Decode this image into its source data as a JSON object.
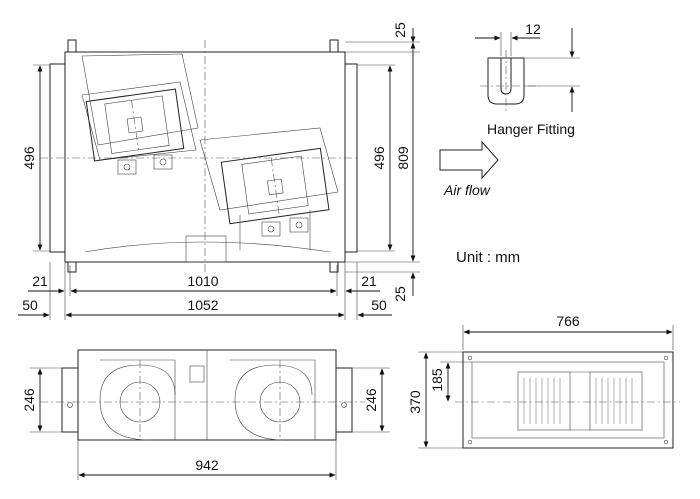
{
  "dimensions": {
    "top_left_height": "496",
    "top_right_inner": "496",
    "top_right_outer": "809",
    "top_gap_upper": "25",
    "top_gap_lower": "25",
    "width_inner": "1010",
    "width_outer": "1052",
    "offset_left_21": "21",
    "offset_right_21": "21",
    "offset_left_50": "50",
    "offset_right_50": "50",
    "hanger_width": "12",
    "front_left_height": "246",
    "front_right_height": "246",
    "front_width": "942",
    "side_width": "766",
    "side_inner_height": "185",
    "side_height": "370"
  },
  "labels": {
    "hanger_fitting": "Hanger Fitting",
    "air_flow": "Air flow",
    "unit": "Unit : mm"
  }
}
